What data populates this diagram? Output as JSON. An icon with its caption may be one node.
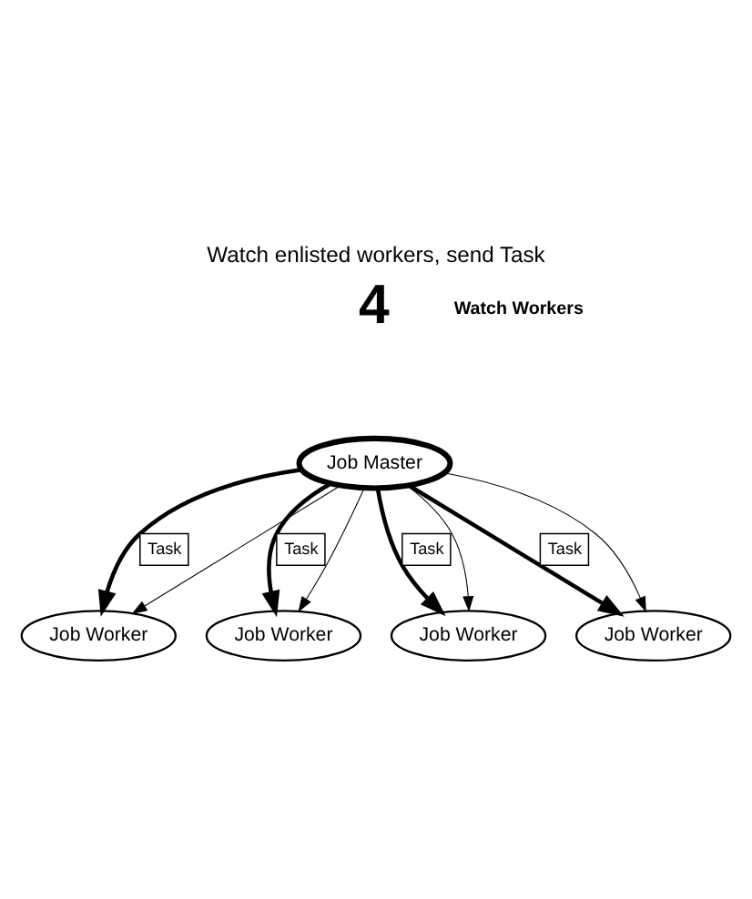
{
  "diagram": {
    "title": "Watch enlisted workers, send Task",
    "nodes": [
      {
        "text": [
          "Job Master"
        ]
      },
      {
        "text": [
          "Job Worker"
        ]
      },
      {
        "text": [
          "Job Worker"
        ]
      },
      {
        "text": [
          "Job Worker"
        ]
      },
      {
        "text": [
          "Job Worker"
        ]
      }
    ],
    "edges": [
      {
        "from": 0,
        "to": 1,
        "arrow": "to",
        "label": "Task",
        "style": "thick"
      },
      {
        "from": 0,
        "to": 2,
        "arrow": "to",
        "label": "Task",
        "style": "thick"
      },
      {
        "from": 0,
        "to": 3,
        "arrow": "to",
        "label": "Task",
        "style": "thick"
      },
      {
        "from": 0,
        "to": 4,
        "arrow": "to",
        "label": "Task",
        "style": "thick"
      },
      {
        "from": 0,
        "to": 1,
        "arrow": "to"
      },
      {
        "from": 0,
        "to": 2,
        "arrow": "to"
      },
      {
        "from": 0,
        "to": 3,
        "arrow": "to"
      },
      {
        "from": 0,
        "to": 4,
        "arrow": "to"
      }
    ],
    "labels": [
      "4",
      "Watch Workers"
    ]
  }
}
